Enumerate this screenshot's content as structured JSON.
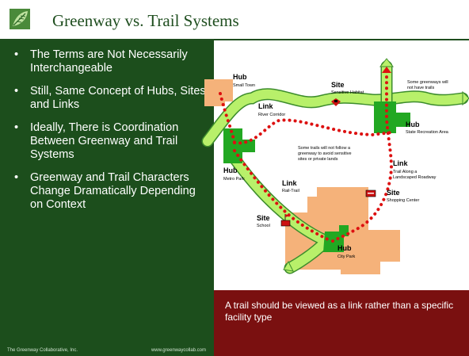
{
  "slide": {
    "title": "Greenway vs. Trail Systems",
    "logo_icon": "leaf-logo-icon",
    "bullets": [
      "The Terms are Not Necessarily Interchangeable",
      "Still, Same Concept of Hubs, Sites and Links",
      "Ideally, There is Coordination Between Greenway and Trail Systems",
      "Greenway and Trail Characters Change Dramatically Depending on Context"
    ],
    "footer_left": "The Greenway Collaborative, Inc.",
    "footer_right": "www.greenwaycollab.com",
    "caption": "A trail should be viewed as a link rather than a specific facility type"
  },
  "map": {
    "hub_small_town": {
      "title": "Hub",
      "sub": "Small Town"
    },
    "site_sensitive": {
      "title": "Site",
      "sub": "Sensitive Habitat"
    },
    "note_greenways": [
      "Some greenways will",
      "not have trails"
    ],
    "link_river": {
      "title": "Link",
      "sub": "River Corridor"
    },
    "hub_state_rec": {
      "title": "Hub",
      "sub": "State Recreation Area"
    },
    "note_trails": [
      "Some trails will not follow a",
      "greenway to avoid sensitive",
      "sites or private lands"
    ],
    "link_roadway": {
      "title": "Link",
      "sub1": "Trail Along a",
      "sub2": "Landscaped Roadway"
    },
    "hub_metro": {
      "title": "Hub",
      "sub": "Metro Park"
    },
    "link_rail": {
      "title": "Link",
      "sub": "Rail-Trail"
    },
    "site_shopping": {
      "title": "Site",
      "sub": "Shopping Center"
    },
    "site_school": {
      "title": "Site",
      "sub": "School"
    },
    "hub_city": {
      "title": "Hub",
      "sub": "City Park"
    }
  },
  "colors": {
    "dark_green": "#1c4e1c",
    "hub_green": "#22a822",
    "greenway": "#b8f06a",
    "trail_red": "#dd1111",
    "town_tan": "#f5b27a",
    "caption_red": "#7a1010"
  }
}
